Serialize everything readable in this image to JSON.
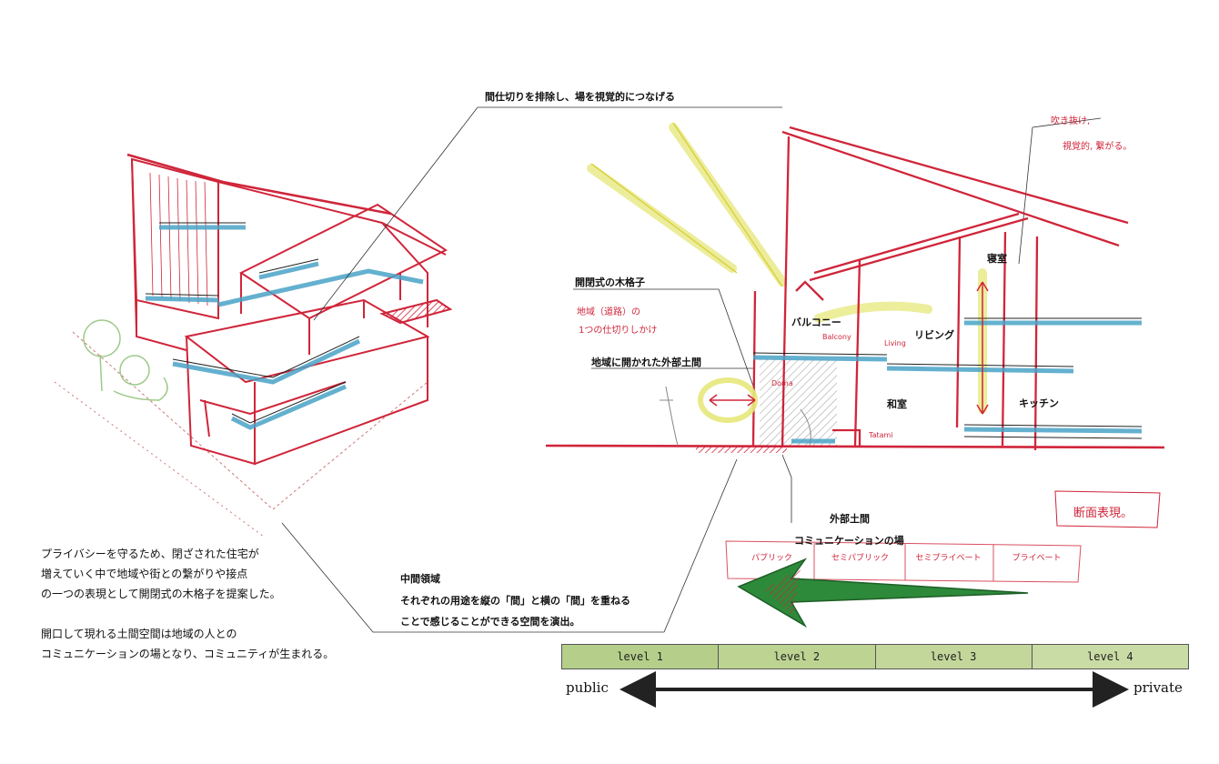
{
  "callouts": {
    "partition": "間仕切りを排除し、場を視覚的につなげる",
    "lattice": "開閉式の木格子",
    "outer_doma_open": "地域に開かれた外部土間",
    "outer_doma": "外部土間",
    "comm_place": "コミュニケーションの場",
    "intermediate_title": "中間領域",
    "intermediate_line1": "それぞれの用途を縦の「間」と横の「間」を重ねる",
    "intermediate_line2": "ことで感じることができる空間を演出。"
  },
  "rooms": {
    "balcony": "バルコニー",
    "living": "リビング",
    "bedroom": "寝室",
    "washitsu": "和室",
    "kitchen": "キッチン"
  },
  "handwritten": {
    "balcony_en": "Balcony",
    "living_en": "Living",
    "doma_en": "Doma",
    "tatami_en": "Tatami",
    "lattice_note1": "地域（道路）の",
    "lattice_note2": "1つの仕切りしかけ",
    "fukinuke1": "吹き抜け,",
    "fukinuke2": "視覚的, 繋がる。",
    "section": "断面表現。",
    "gradient": [
      "パブリック",
      "セミパブリック",
      "セミプライベート",
      "プライベート"
    ]
  },
  "paragraph": {
    "line1": "プライバシーを守るため、閉ざされた住宅が",
    "line2": "増えていく中で地域や街との繋がりや接点",
    "line3": "の一つの表現として開閉式の木格子を提案した。",
    "line4": "開口して現れる土間空間は地域の人との",
    "line5": "コミュニケーションの場となり、コミュニティが生まれる。"
  },
  "levels": [
    "level 1",
    "level 2",
    "level 3",
    "level 4"
  ],
  "scale": {
    "left": "public",
    "right": "private"
  },
  "colors": {
    "red": "#d0253a",
    "blue": "#4aa3c7",
    "green": "#2d8a3a",
    "yellow": "#e6e87a",
    "bar": "#b9d08e"
  }
}
